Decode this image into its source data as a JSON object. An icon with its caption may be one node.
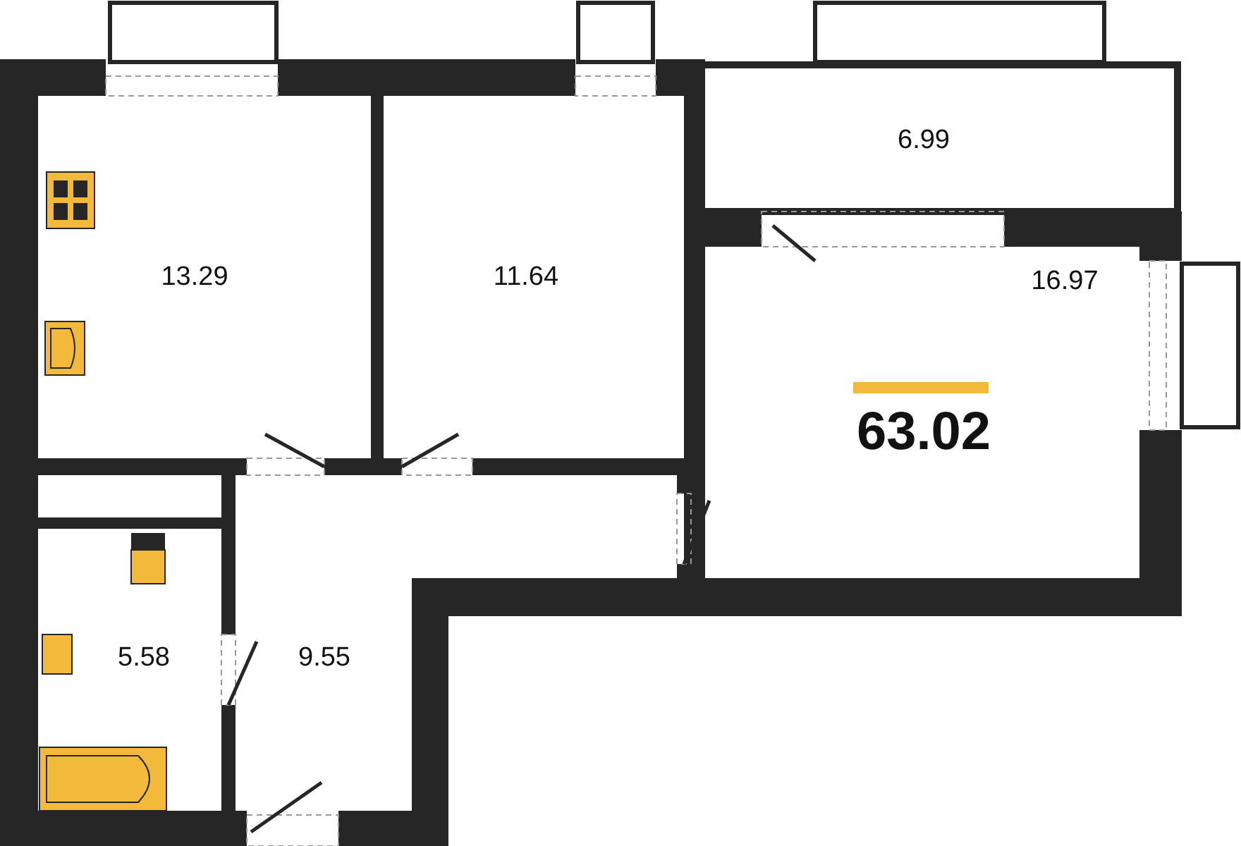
{
  "diagram": {
    "labels": [
      "6.99",
      "13.29",
      "11.64",
      "16.97",
      "63.02",
      "5.58",
      "9.55"
    ]
  }
}
